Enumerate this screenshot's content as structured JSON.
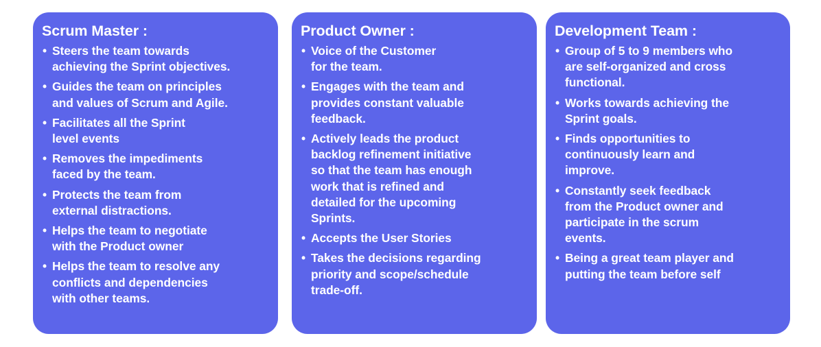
{
  "theme": {
    "page_background": "#ffffff",
    "card_background": "#5c65ea",
    "text_color": "#ffffff",
    "bullet_glyph": "•"
  },
  "cards": [
    {
      "id": "scrum-master",
      "title": "Scrum Master :",
      "bullets": [
        {
          "lines": [
            "Steers the team towards",
            "achieving the Sprint objectives."
          ]
        },
        {
          "lines": [
            "Guides the team on principles",
            "and values of Scrum and Agile."
          ]
        },
        {
          "lines": [
            "Facilitates all the Sprint",
            "level events"
          ]
        },
        {
          "lines": [
            "Removes the impediments",
            "faced by the team."
          ]
        },
        {
          "lines": [
            "Protects the team from",
            "external distractions."
          ]
        },
        {
          "lines": [
            "Helps the team to negotiate",
            "with the Product owner"
          ]
        },
        {
          "lines": [
            "Helps the team to resolve any",
            "conflicts and dependencies",
            "with other teams."
          ]
        }
      ]
    },
    {
      "id": "product-owner",
      "title": "Product Owner :",
      "bullets": [
        {
          "lines": [
            "Voice of the Customer",
            "for the team."
          ]
        },
        {
          "lines": [
            "Engages with the team and",
            "provides constant valuable",
            "feedback."
          ]
        },
        {
          "lines": [
            "Actively leads the product",
            "backlog refinement initiative",
            "so that the team has enough",
            "work that is refined and",
            "detailed for the upcoming",
            "Sprints."
          ]
        },
        {
          "lines": [
            "Accepts the User Stories"
          ]
        },
        {
          "lines": [
            "Takes the decisions regarding",
            "priority and scope/schedule",
            "trade-off."
          ]
        }
      ]
    },
    {
      "id": "development-team",
      "title": "Development Team :",
      "bullets": [
        {
          "lines": [
            "Group of 5 to 9 members who",
            "are self-organized and cross",
            "functional."
          ]
        },
        {
          "lines": [
            "Works towards achieving the",
            "Sprint goals."
          ]
        },
        {
          "lines": [
            "Finds opportunities to",
            "continuously learn and",
            "improve."
          ]
        },
        {
          "lines": [
            "Constantly seek feedback",
            "from the Product owner and",
            "participate in the scrum",
            "events."
          ]
        },
        {
          "lines": [
            "Being a great team player and",
            "putting the team before self"
          ]
        }
      ]
    }
  ]
}
